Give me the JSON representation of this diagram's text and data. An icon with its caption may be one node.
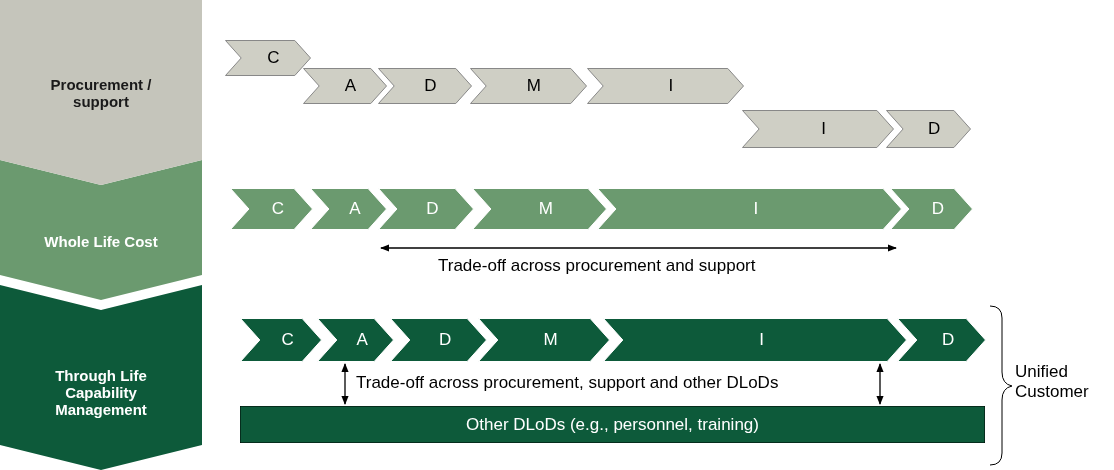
{
  "diagram": {
    "nodes": [
      {
        "text": [
          "Procurement / support"
        ]
      },
      {
        "text": [
          "Whole Life Cost"
        ]
      },
      {
        "text": [
          "Through Life Capability Management"
        ]
      },
      {
        "text": [
          "C"
        ]
      },
      {
        "text": [
          "A"
        ]
      },
      {
        "text": [
          "D"
        ]
      },
      {
        "text": [
          "M"
        ]
      },
      {
        "text": [
          "I"
        ]
      },
      {
        "text": [
          "I"
        ]
      },
      {
        "text": [
          "D"
        ]
      },
      {
        "text": [
          "C"
        ]
      },
      {
        "text": [
          "A"
        ]
      },
      {
        "text": [
          "D"
        ]
      },
      {
        "text": [
          "M"
        ]
      },
      {
        "text": [
          "I"
        ]
      },
      {
        "text": [
          "D"
        ]
      },
      {
        "text": [
          "C"
        ]
      },
      {
        "text": [
          "A"
        ]
      },
      {
        "text": [
          "D"
        ]
      },
      {
        "text": [
          "M"
        ]
      },
      {
        "text": [
          "I"
        ]
      },
      {
        "text": [
          "D"
        ]
      },
      {
        "text": [
          "Other DLoDs (e.g., personnel, training)"
        ]
      }
    ],
    "edges": [
      {
        "from": 12,
        "to": 15,
        "arrow": "both",
        "label": "Trade-off across procurement and support"
      },
      {
        "from": 17,
        "to": 22,
        "arrow": "both"
      },
      {
        "from": 20,
        "to": 22,
        "arrow": "both"
      }
    ],
    "labels": [
      "Trade-off across procurement, support and other DLoDs",
      "Unified Customer"
    ]
  }
}
